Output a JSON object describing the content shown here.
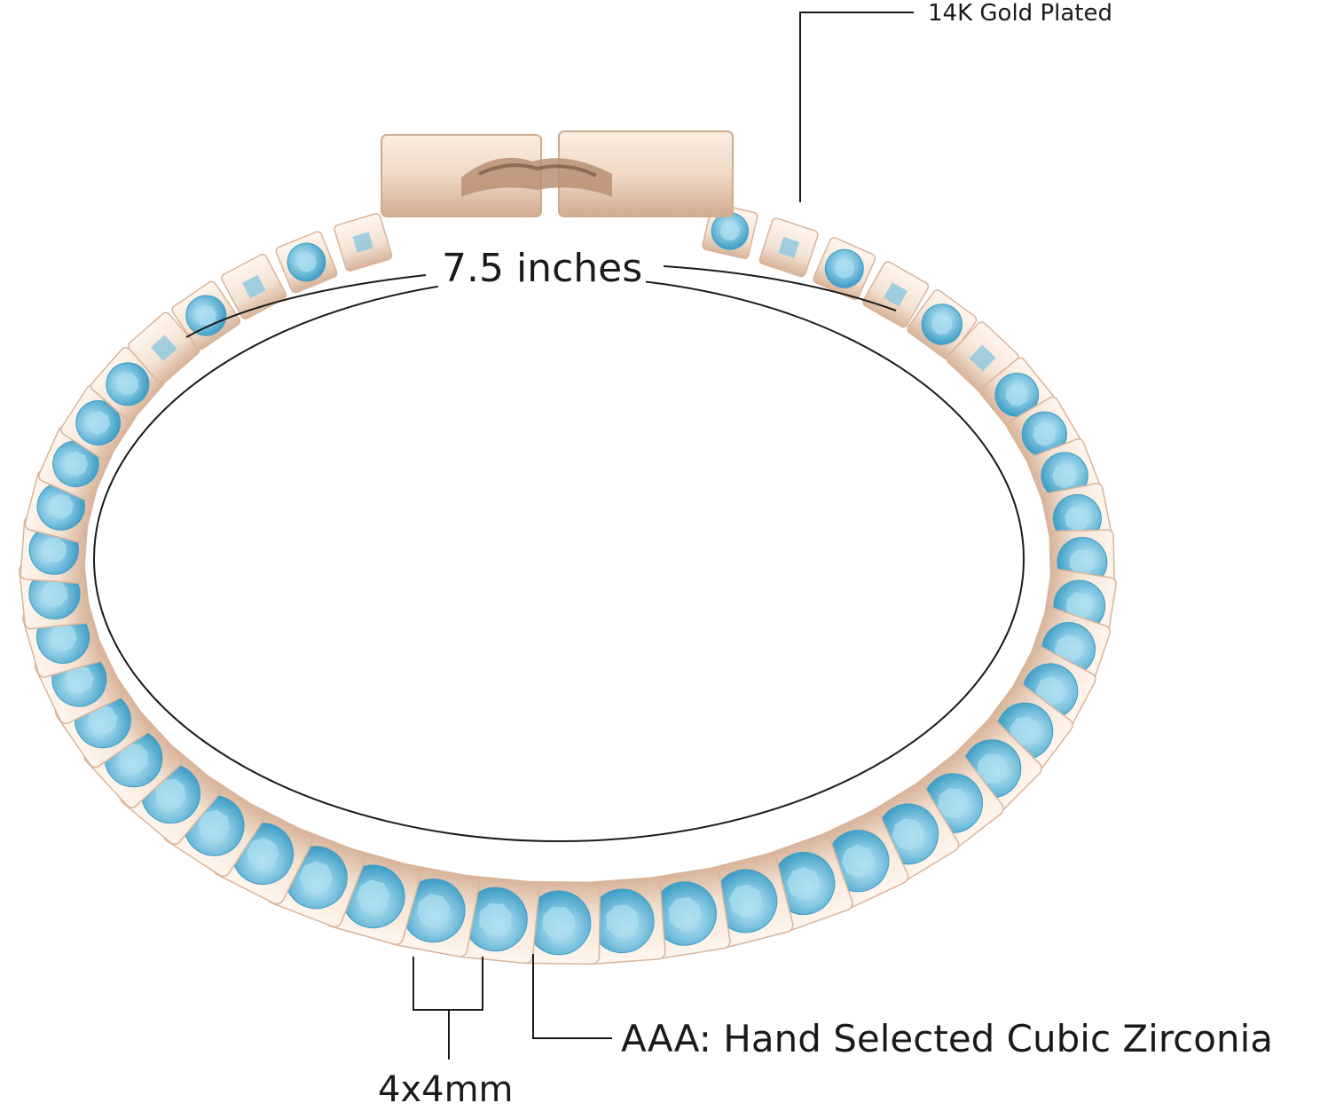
{
  "image": {
    "subject": "tennis-bracelet",
    "background_color": "#ffffff",
    "colors": {
      "metal": "#f3e2d3",
      "metal_shadow": "#d8b49a",
      "metal_highlight": "#fff6ee",
      "stone": "#7cc3df",
      "stone_dark": "#3f9dc4",
      "stone_light": "#c8ecf8",
      "callout_line": "#1a1a1a"
    }
  },
  "annotations": {
    "plating": "14K Gold Plated",
    "length": "7.5 inches",
    "stone": "AAA: Hand Selected Cubic Zirconia",
    "stone_size": "4x4mm"
  }
}
